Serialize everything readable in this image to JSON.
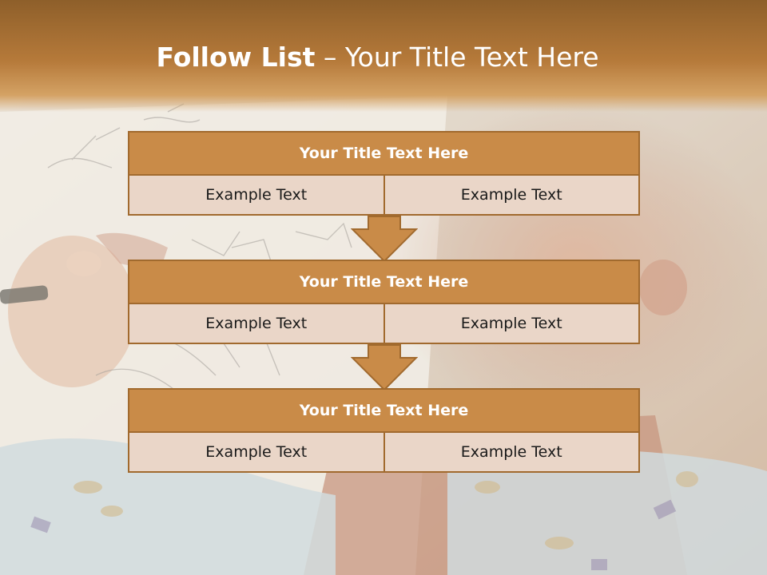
{
  "slide": {
    "title_bold": "Follow List",
    "title_rest": " – Your Title Text Here"
  },
  "blocks": [
    {
      "title": "Your Title Text Here",
      "left": "Example Text",
      "right": "Example Text"
    },
    {
      "title": "Your Title Text Here",
      "left": "Example Text",
      "right": "Example Text"
    },
    {
      "title": "Your Title Text Here",
      "left": "Example Text",
      "right": "Example Text"
    }
  ],
  "icons": [
    "down-arrow-icon",
    "down-arrow-icon"
  ],
  "colors": {
    "title_band": "#b67a3a",
    "block_header": "#c98b48",
    "block_border": "#a16a2e",
    "block_cell": "#ead6c8",
    "arrow": "#c98b48"
  }
}
